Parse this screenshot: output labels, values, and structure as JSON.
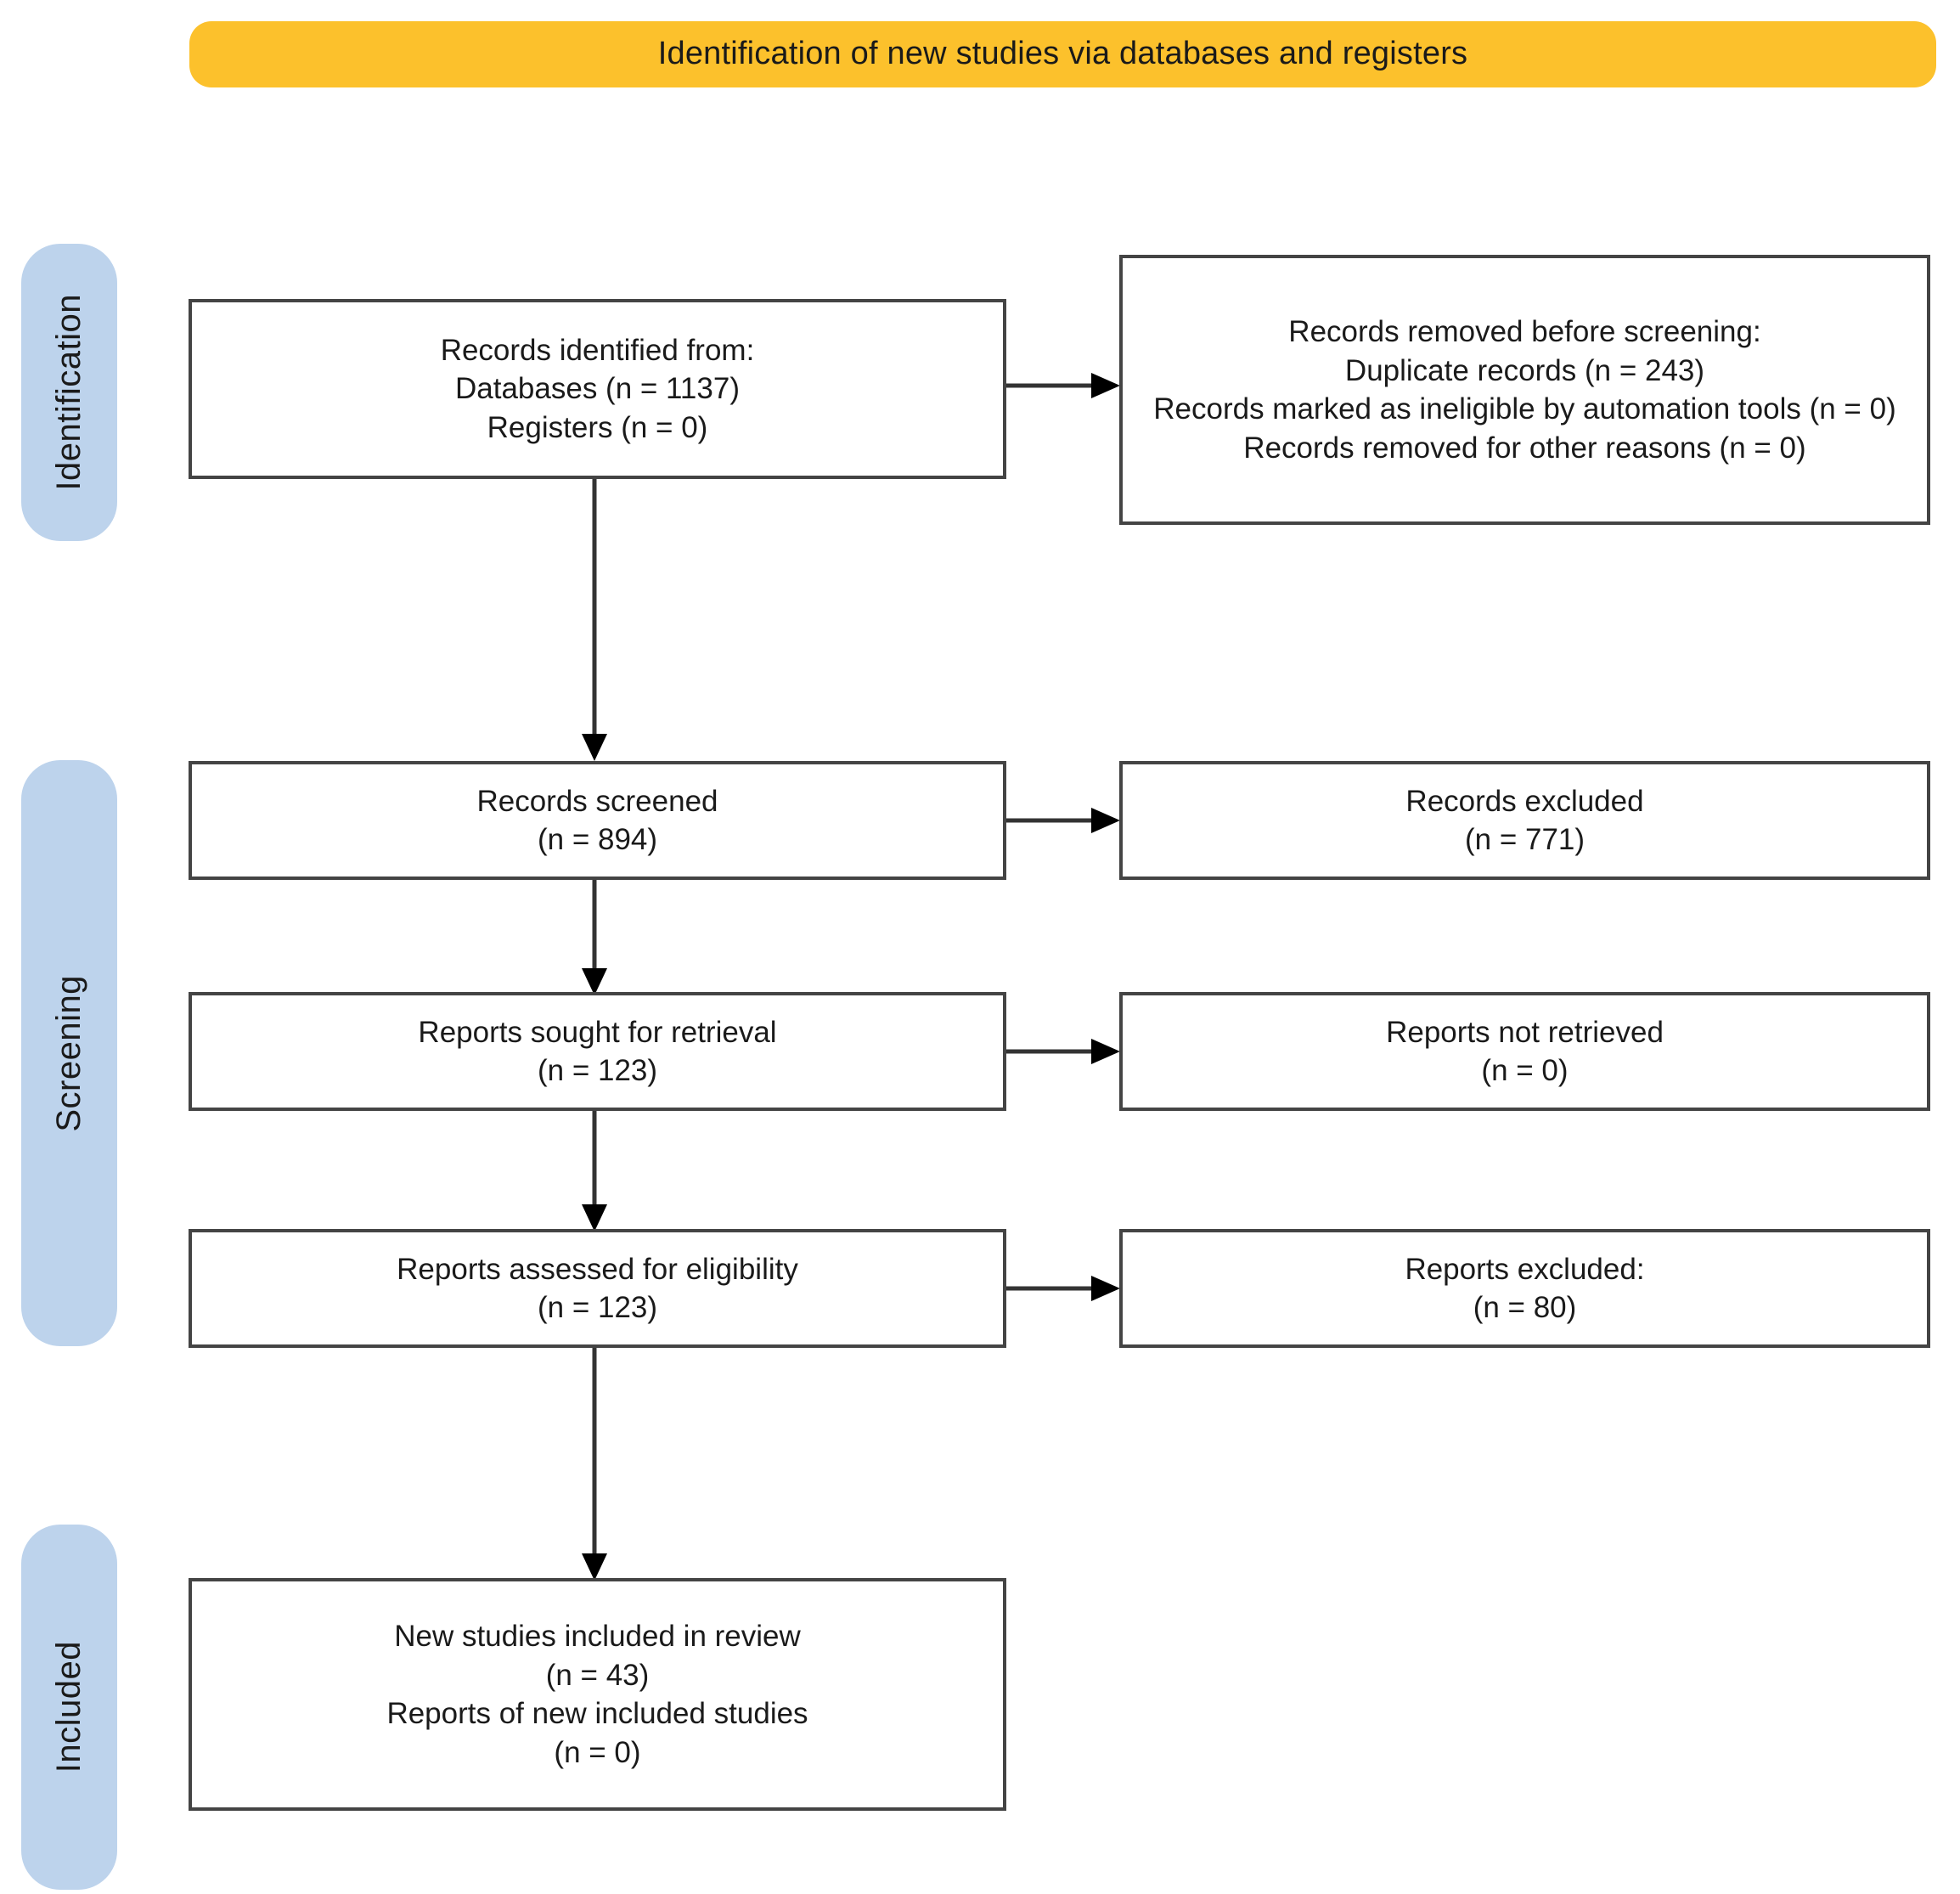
{
  "diagram": {
    "type": "prisma-flow-diagram",
    "banner": {
      "title": "Identification of new studies via databases and registers",
      "color": "#FCC12C"
    },
    "stages": [
      {
        "id": "identification",
        "label": "Identification",
        "color": "#BDD3EC"
      },
      {
        "id": "screening",
        "label": "Screening",
        "color": "#BDD3EC"
      },
      {
        "id": "included",
        "label": "Included",
        "color": "#BDD3EC"
      }
    ],
    "boxes": {
      "identified": {
        "line1": "Records identified from:",
        "line2": "Databases (n = 1137)",
        "line3": "Registers (n = 0)"
      },
      "removed": {
        "line1": "Records removed before screening:",
        "line2": "Duplicate records (n = 243)",
        "line3": "Records marked as ineligible by automation tools (n = 0)",
        "line4": "Records removed for other reasons (n = 0)"
      },
      "screened": {
        "line1": "Records screened",
        "line2": "(n = 894)"
      },
      "excluded": {
        "line1": "Records excluded",
        "line2": "(n = 771)"
      },
      "sought": {
        "line1": "Reports sought for retrieval",
        "line2": "(n = 123)"
      },
      "not_retrieved": {
        "line1": "Reports not retrieved",
        "line2": "(n = 0)"
      },
      "assessed": {
        "line1": "Reports assessed for eligibility",
        "line2": "(n = 123)"
      },
      "reports_excluded": {
        "line1": "Reports excluded:",
        "line2": "(n = 80)"
      },
      "included": {
        "line1": "New studies included in review",
        "line2": "(n = 43)",
        "line3": "Reports of new included studies",
        "line4": "(n = 0)"
      }
    },
    "counts": {
      "databases": 1137,
      "registers": 0,
      "duplicate_records_removed": 243,
      "ineligible_by_automation_tools": 0,
      "removed_other_reasons": 0,
      "records_screened": 894,
      "records_excluded": 771,
      "reports_sought": 123,
      "reports_not_retrieved": 0,
      "reports_assessed": 123,
      "reports_excluded": 80,
      "new_studies_included": 43,
      "reports_of_new_included_studies": 0
    }
  }
}
